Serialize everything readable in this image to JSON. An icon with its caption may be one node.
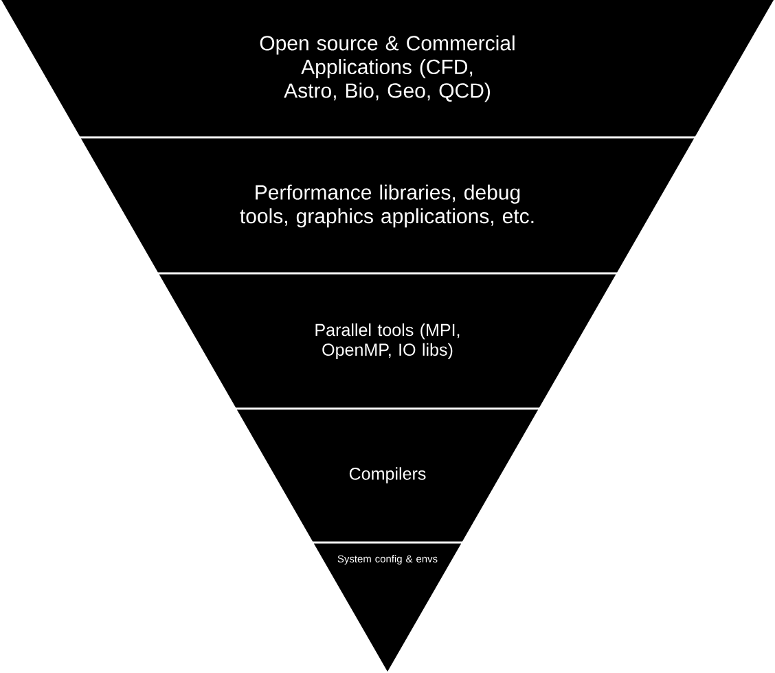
{
  "diagram": {
    "nodes": [
      {
        "text": [
          "Open source & Commercial Applications (CFD, Astro, Bio, Geo, QCD)"
        ]
      },
      {
        "text": [
          "Performance libraries, debug tools, graphics applications, etc."
        ]
      },
      {
        "text": [
          "Parallel tools (MPI, OpenMP, IO libs)"
        ]
      },
      {
        "text": [
          "Compilers"
        ]
      },
      {
        "text": [
          "System config & envs"
        ]
      }
    ]
  }
}
